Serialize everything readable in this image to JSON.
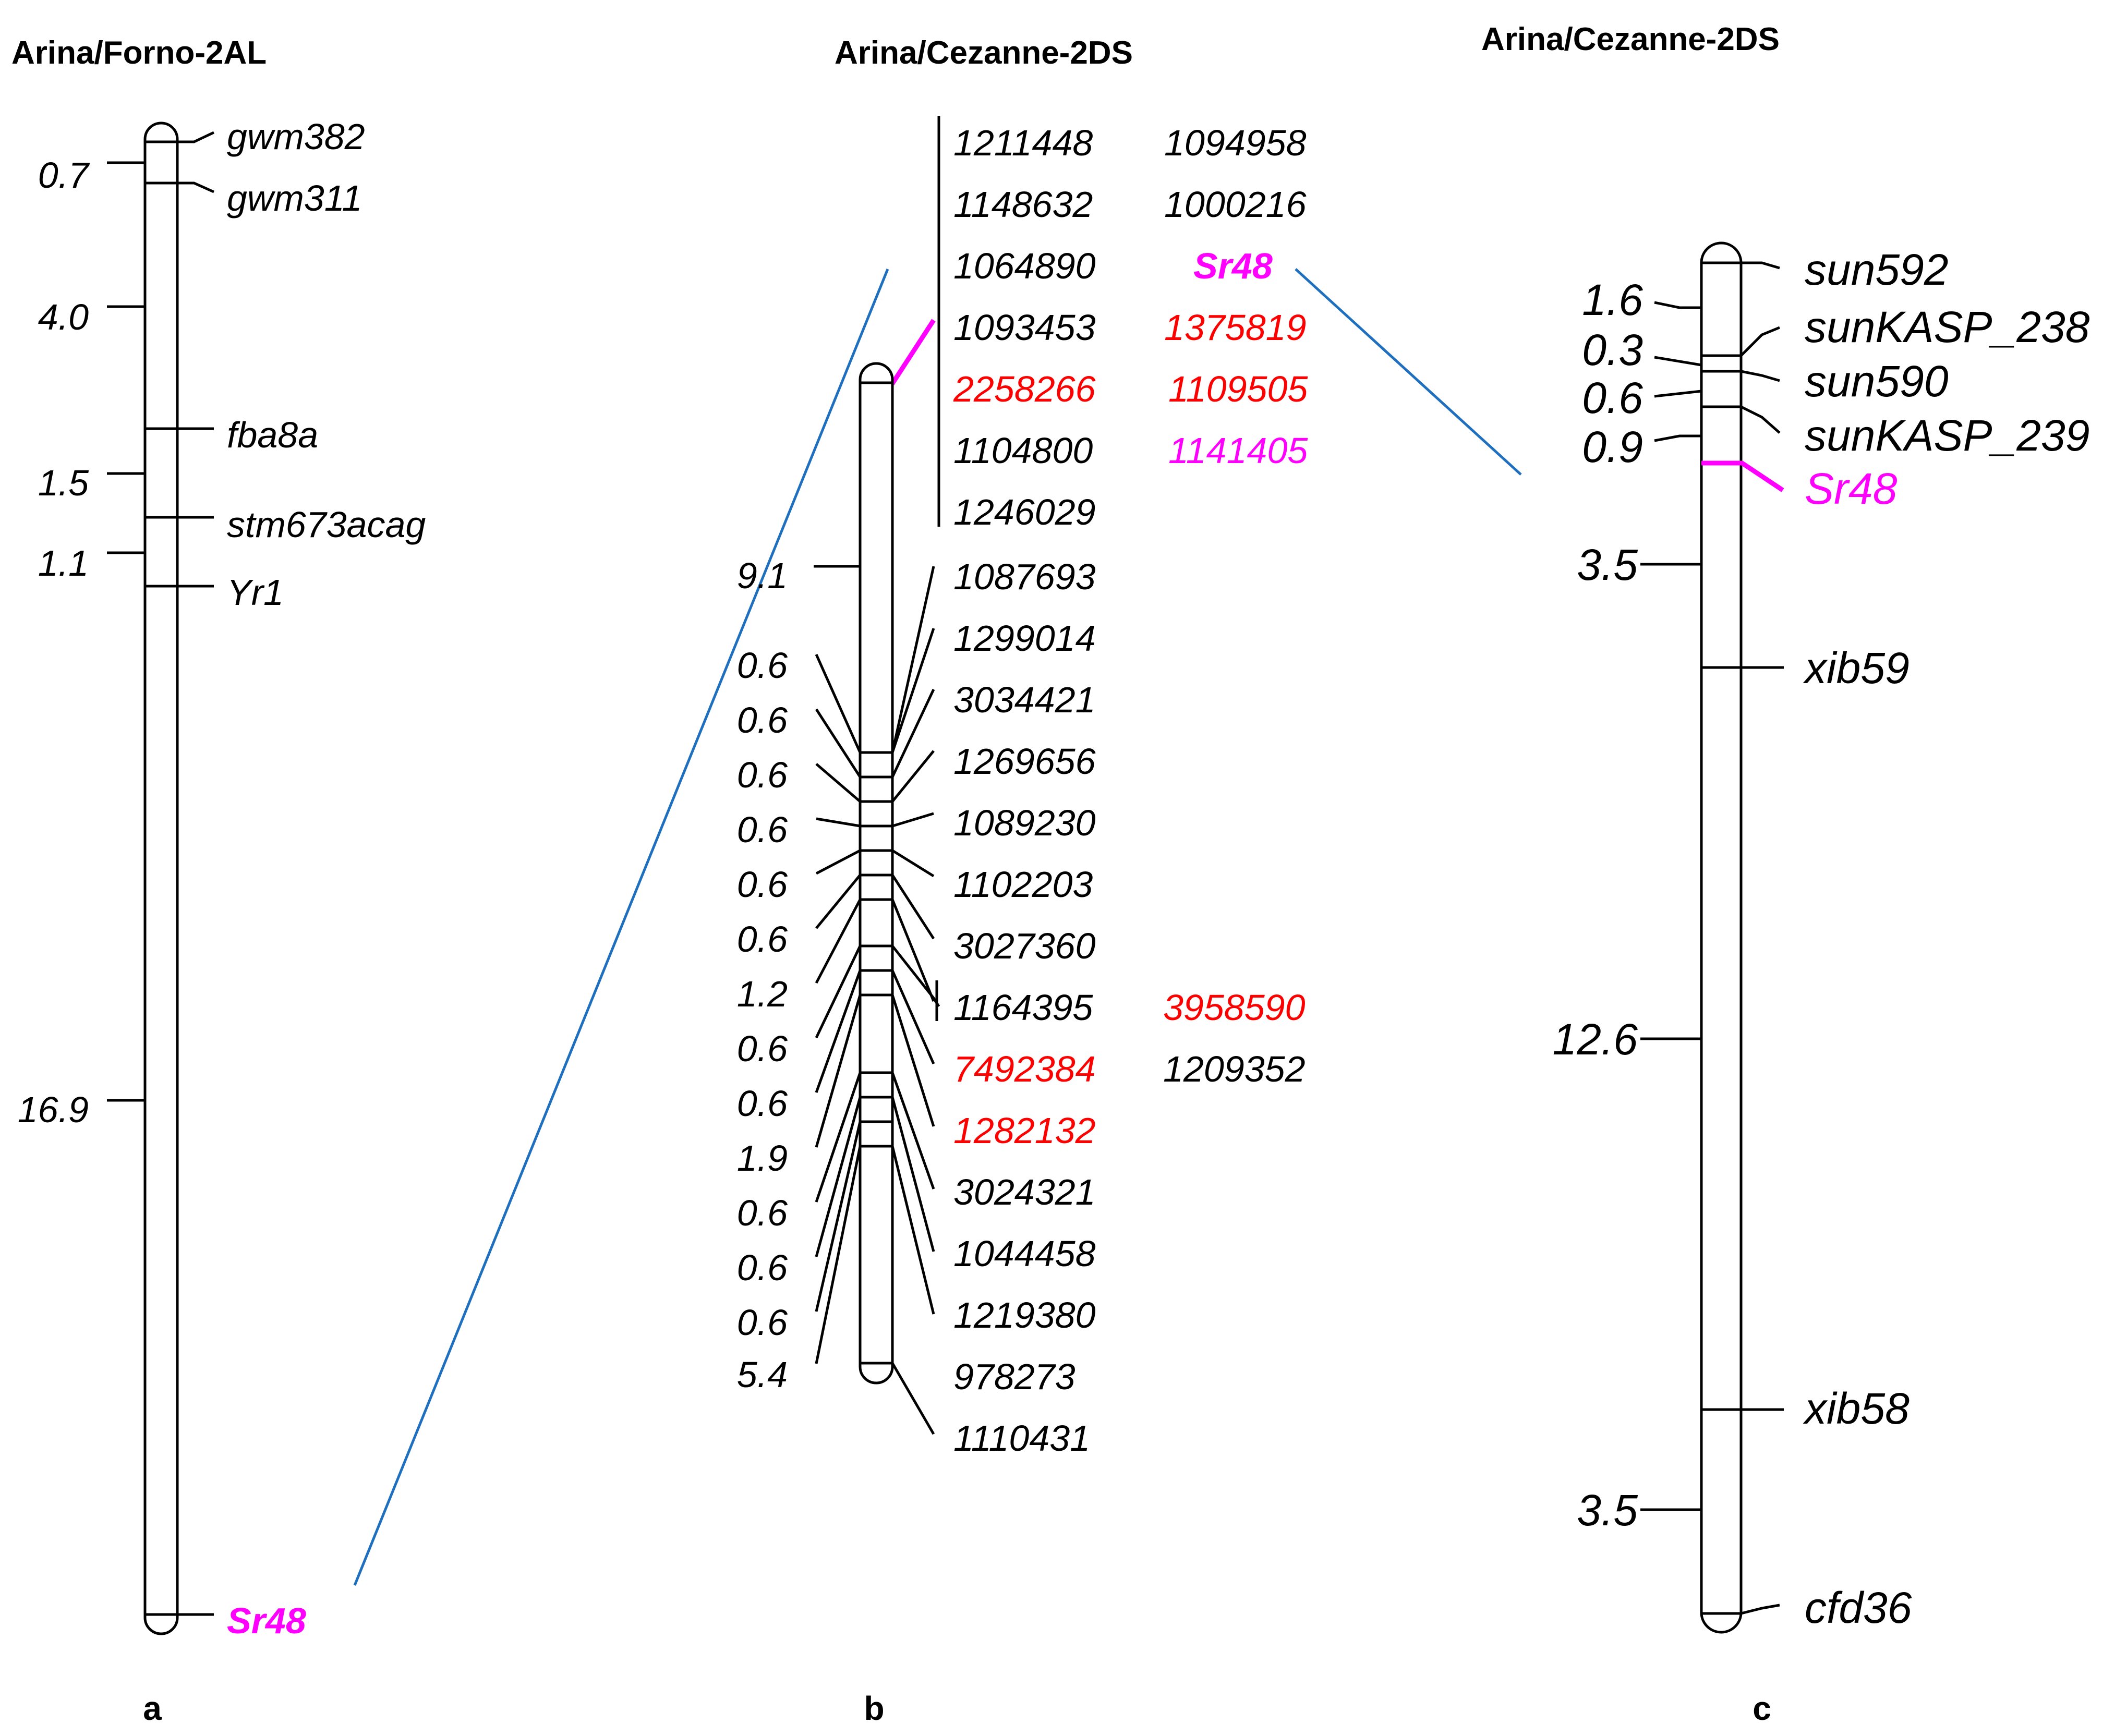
{
  "colors": {
    "highlight": "#ff00ff",
    "red": "#ff0000",
    "connector": "#1f6fbf",
    "line": "#000000"
  },
  "a": {
    "title": "Arina/Forno-2AL",
    "panel": "a",
    "distances": [
      "0.7",
      "4.0",
      "1.5",
      "1.1",
      "16.9"
    ],
    "markers": [
      "gwm382",
      "gwm311",
      "fba8a",
      "stm673acag",
      "Yr1",
      "Sr48"
    ]
  },
  "b": {
    "title": "Arina/Cezanne-2DS",
    "panel": "b",
    "top_left": [
      "1211448",
      "1148632",
      "1064890",
      "1093453",
      "2258266",
      "1104800",
      "1246029"
    ],
    "top_right": [
      "1094958",
      "1000216",
      "Sr48",
      "1375819",
      "1109505",
      "1141405"
    ],
    "distances": [
      "9.1",
      "0.6",
      "0.6",
      "0.6",
      "0.6",
      "0.6",
      "0.6",
      "1.2",
      "0.6",
      "0.6",
      "1.9",
      "0.6",
      "0.6",
      "0.6",
      "5.4"
    ],
    "markers": [
      "1087693",
      "1299014",
      "3034421",
      "1269656",
      "1089230",
      "1102203",
      "3027360",
      "1164395",
      "7492384",
      "1282132",
      "3024321",
      "1044458",
      "1219380",
      "978273",
      "1110431"
    ],
    "side_markers": [
      "3958590",
      "1209352"
    ]
  },
  "c": {
    "title": "Arina/Cezanne-2DS",
    "panel": "c",
    "distances": [
      "1.6",
      "0.3",
      "0.6",
      "0.9",
      "3.5",
      "12.6",
      "3.5"
    ],
    "markers": [
      "sun592",
      "sunKASP_238",
      "sun590",
      "sunKASP_239",
      "Sr48",
      "xib59",
      "xib58",
      "cfd36"
    ]
  }
}
